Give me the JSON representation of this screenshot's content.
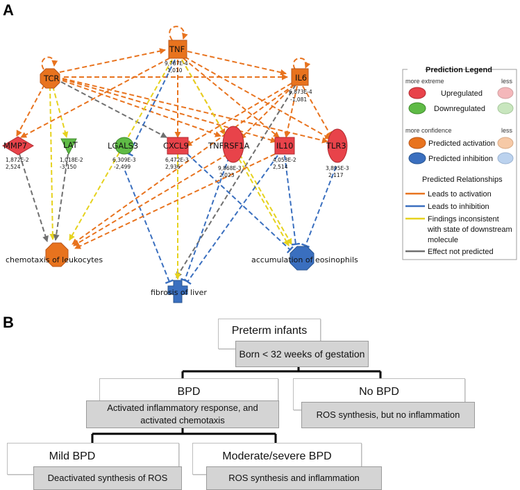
{
  "panels": {
    "a": "A",
    "b": "B"
  },
  "nodes": {
    "tcr": {
      "label": "TCR"
    },
    "tnf": {
      "label": "TNF",
      "stat1": "9,787E-4",
      "stat2": "1,010"
    },
    "il6": {
      "label": "IL6",
      "stat1": "6,873E-4",
      "stat2": "-1,081"
    },
    "mmp7": {
      "label": "MMP7",
      "stat1": "1,872E-2",
      "stat2": "2,524"
    },
    "lat": {
      "label": "LAT",
      "stat1": "1,018E-2",
      "stat2": "-3,150"
    },
    "lgals3": {
      "label": "LGALS3",
      "stat1": "6,309E-3",
      "stat2": "-2,499"
    },
    "cxcl9": {
      "label": "CXCL9",
      "stat1": "6,472E-3",
      "stat2": "2,936"
    },
    "tnfrsf1a": {
      "label": "TNFRSF1A",
      "stat1": "9,868E-3",
      "stat2": "2,023"
    },
    "il10": {
      "label": "IL10",
      "stat1": "4,053E-2",
      "stat2": "2,514"
    },
    "tlr3": {
      "label": "TLR3",
      "stat1": "3,895E-3",
      "stat2": "2,117"
    }
  },
  "functions": {
    "chemotaxis": "chemotaxis of leukocytes",
    "eosinophils": "accumulation of eosinophils",
    "fibrosis": "fibrosis of liver"
  },
  "legend": {
    "title": "Prediction Legend",
    "more_extreme": "more extreme",
    "less": "less",
    "upregulated": "Upregulated",
    "downregulated": "Downregulated",
    "more_confidence": "more confidence",
    "predicted_activation": "Predicted activation",
    "predicted_inhibition": "Predicted inhibition",
    "predicted_relationships": "Predicted Relationships",
    "leads_activation": "Leads to activation",
    "leads_inhibition": "Leads to inhibition",
    "inconsistent_1": "Findings inconsistent",
    "inconsistent_2": "with state of downstream",
    "inconsistent_3": "molecule",
    "not_predicted": "Effect not predicted"
  },
  "colors": {
    "activation": "#E8731E",
    "inhibition": "#3A6FBF",
    "inconsistent": "#E6D21E",
    "not_predicted": "#6F6F6F",
    "up": "#E8434A",
    "down": "#5FBB46",
    "pred_activation": "#E8731E",
    "pred_inhibition": "#3A6FBF"
  },
  "flow": {
    "preterm": "Preterm infants",
    "born": "Born < 32 weeks of gestation",
    "bpd": "BPD",
    "bpd_desc": "Activated inflammatory response, and activated chemotaxis",
    "nobpd": "No BPD",
    "nobpd_desc": "ROS synthesis, but no inflammation",
    "mild": "Mild BPD",
    "mild_desc": "Deactivated synthesis of ROS",
    "moderate": "Moderate/severe BPD",
    "moderate_desc": "ROS synthesis and inflammation"
  }
}
